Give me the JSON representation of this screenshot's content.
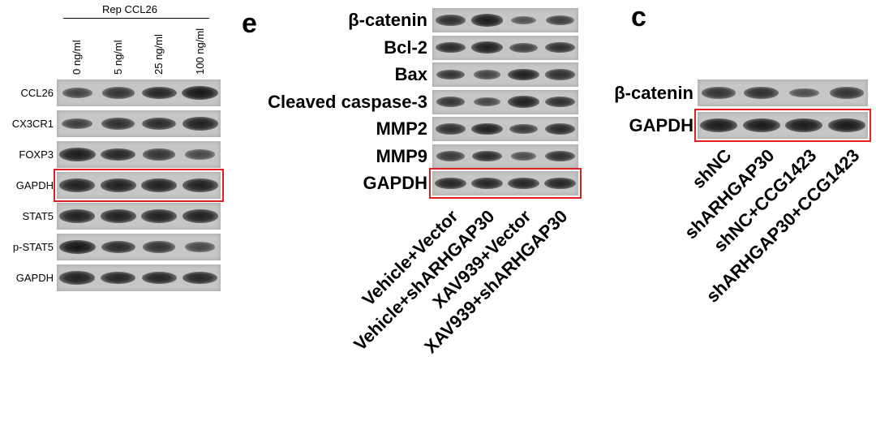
{
  "left_panel": {
    "header": "Rep CCL26",
    "conditions": [
      "0 ng/ml",
      "5 ng/ml",
      "25 ng/ml",
      "100 ng/ml"
    ],
    "rows": [
      {
        "label": "CCL26",
        "intensity": [
          0.55,
          0.7,
          0.85,
          1.0
        ],
        "boxed": false
      },
      {
        "label": "CX3CR1",
        "intensity": [
          0.6,
          0.75,
          0.8,
          0.9
        ],
        "boxed": false
      },
      {
        "label": "FOXP3",
        "intensity": [
          0.95,
          0.85,
          0.7,
          0.5
        ],
        "boxed": false
      },
      {
        "label": "GAPDH",
        "intensity": [
          0.9,
          0.9,
          0.9,
          0.9
        ],
        "boxed": true
      },
      {
        "label": "STAT5",
        "intensity": [
          0.9,
          0.9,
          0.9,
          0.9
        ],
        "boxed": false
      },
      {
        "label": "p-STAT5",
        "intensity": [
          1.0,
          0.8,
          0.7,
          0.5
        ],
        "boxed": false
      },
      {
        "label": "GAPDH",
        "intensity": [
          0.9,
          0.85,
          0.85,
          0.85
        ],
        "boxed": false
      }
    ]
  },
  "middle_panel": {
    "letter": "e",
    "conditions": [
      "Vehicle+Vector",
      "Vehicle+shARHGAP30",
      "XAV939+Vector",
      "XAV939+shARHGAP30"
    ],
    "rows": [
      {
        "label": "β-catenin",
        "intensity": [
          0.75,
          0.95,
          0.4,
          0.6
        ],
        "boxed": false
      },
      {
        "label": "Bcl-2",
        "intensity": [
          0.8,
          0.9,
          0.6,
          0.75
        ],
        "boxed": false
      },
      {
        "label": "Bax",
        "intensity": [
          0.7,
          0.55,
          0.9,
          0.75
        ],
        "boxed": false
      },
      {
        "label": "Cleaved caspase-3",
        "intensity": [
          0.7,
          0.5,
          0.9,
          0.75
        ],
        "boxed": false
      },
      {
        "label": "MMP2",
        "intensity": [
          0.75,
          0.9,
          0.65,
          0.8
        ],
        "boxed": false
      },
      {
        "label": "MMP9",
        "intensity": [
          0.65,
          0.8,
          0.45,
          0.75
        ],
        "boxed": false
      },
      {
        "label": "GAPDH",
        "intensity": [
          0.85,
          0.85,
          0.85,
          0.85
        ],
        "boxed": true
      }
    ]
  },
  "right_panel": {
    "letter": "c",
    "conditions": [
      "shNC",
      "shARHGAP30",
      "shNC+CCG1423",
      "shARHGAP30+CCG1423"
    ],
    "rows": [
      {
        "label": "β-catenin",
        "intensity": [
          0.7,
          0.75,
          0.45,
          0.7
        ],
        "boxed": false
      },
      {
        "label": "GAPDH",
        "intensity": [
          0.95,
          0.95,
          0.95,
          0.95
        ],
        "boxed": true
      }
    ]
  }
}
